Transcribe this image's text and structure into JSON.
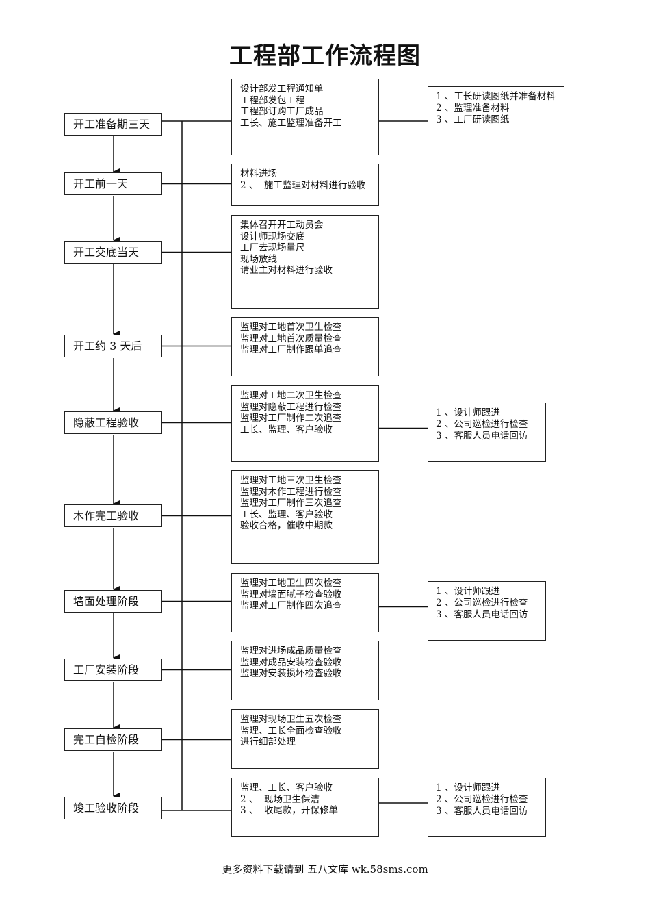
{
  "title": "工程部工作流程图",
  "stages": [
    {
      "label": "开工准备期三天",
      "details": [
        "设计部发工程通知单",
        "工程部发包工程",
        "工程部订购工厂成品",
        "工长、施工监理准备开工"
      ],
      "notes": [
        "1 、工长研读图纸并准备材料",
        "2 、监理准备材料",
        "3 、工厂研读图纸"
      ]
    },
    {
      "label": "开工前一天",
      "details": [
        "材料进场",
        "2 、  施工监理对材料进行验收"
      ],
      "notes": null
    },
    {
      "label": "开工交底当天",
      "details": [
        "集体召开开工动员会",
        "设计师现场交底",
        "工厂去现场量尺",
        "现场放线",
        "请业主对材料进行验收"
      ],
      "notes": null
    },
    {
      "label": "开工约 3 天后",
      "details": [
        "监理对工地首次卫生检查",
        "监理对工地首次质量检查",
        "监理对工厂制作跟单追查"
      ],
      "notes": null
    },
    {
      "label": "隐蔽工程验收",
      "details": [
        "监理对工地二次卫生检查",
        "监理对隐蔽工程进行检查",
        "监理对工厂制作二次追查",
        "工长、监理、客户验收"
      ],
      "notes": [
        "1 、设计师跟进",
        "2 、公司巡检进行检查",
        "3 、客服人员电话回访"
      ]
    },
    {
      "label": "木作完工验收",
      "details": [
        "监理对工地三次卫生检查",
        "监理对木作工程进行检查",
        "监理对工厂制作三次追查",
        "工长、监理、客户验收",
        "验收合格，催收中期款"
      ],
      "notes": null
    },
    {
      "label": "墙面处理阶段",
      "details": [
        "监理对工地卫生四次检查",
        "监理对墙面腻子检查验收",
        "监理对工厂制作四次追查"
      ],
      "notes": [
        "1 、设计师跟进",
        "2 、公司巡检进行检查",
        "3 、客服人员电话回访"
      ]
    },
    {
      "label": "工厂安装阶段",
      "details": [
        "监理对进场成品质量检查",
        "监理对成品安装检查验收",
        "监理对安装损坏检查验收"
      ],
      "notes": null
    },
    {
      "label": "完工自检阶段",
      "details": [
        "监理对现场卫生五次检查",
        "监理、工长全面检查验收",
        "进行细部处理"
      ],
      "notes": null
    },
    {
      "label": "竣工验收阶段",
      "details": [
        "监理、工长、客户验收",
        "2 、  现场卫生保洁",
        "3 、  收尾款，开保修单"
      ],
      "notes": [
        "1 、设计师跟进",
        "2 、公司巡检进行检查",
        "3 、客服人员电话回访"
      ]
    }
  ],
  "footer": "更多资料下载请到 五八文库 wk.58sms.com"
}
